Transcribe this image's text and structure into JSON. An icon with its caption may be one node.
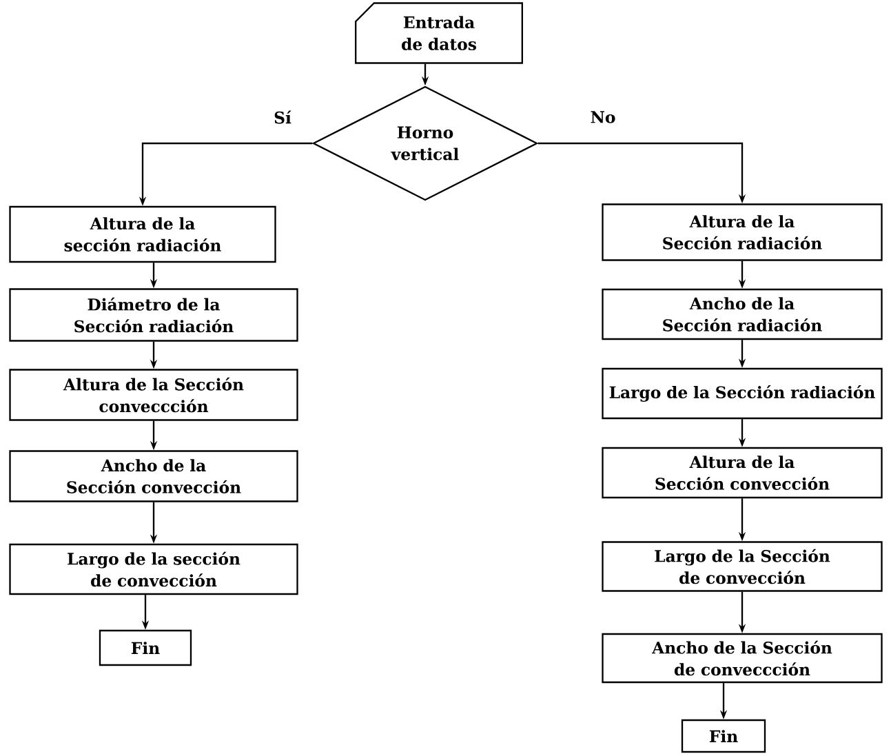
{
  "diagram": {
    "nodes": [
      {
        "text": [
          "Entrada de datos"
        ]
      },
      {
        "text": [
          "Horno vertical"
        ]
      },
      {
        "text": [
          "Altura de la sección radiación"
        ]
      },
      {
        "text": [
          "Diámetro de la Sección radiación"
        ]
      },
      {
        "text": [
          "Altura de la Sección conveccción"
        ]
      },
      {
        "text": [
          "Ancho de la Sección convección"
        ]
      },
      {
        "text": [
          "Largo de la sección de convección"
        ]
      },
      {
        "text": [
          "Fin"
        ]
      },
      {
        "text": [
          "Altura de la Sección radiación"
        ]
      },
      {
        "text": [
          "Ancho de la Sección radiación"
        ]
      },
      {
        "text": [
          "Largo de la Sección radiación"
        ]
      },
      {
        "text": [
          "Altura de la Sección convección"
        ]
      },
      {
        "text": [
          "Largo de la Sección de convección"
        ]
      },
      {
        "text": [
          "Ancho de la Sección de conveccción"
        ]
      },
      {
        "text": [
          "Fin"
        ]
      }
    ],
    "edges": [
      {
        "from": 0,
        "to": 1,
        "arrow": "to"
      },
      {
        "from": 1,
        "to": 2,
        "arrow": "to",
        "label": "Sí"
      },
      {
        "from": 2,
        "to": 3,
        "arrow": "to"
      },
      {
        "from": 3,
        "to": 4,
        "arrow": "to"
      },
      {
        "from": 4,
        "to": 5,
        "arrow": "to"
      },
      {
        "from": 5,
        "to": 6,
        "arrow": "to"
      },
      {
        "from": 6,
        "to": 7,
        "arrow": "to"
      },
      {
        "from": 1,
        "to": 8,
        "arrow": "to",
        "label": "No"
      },
      {
        "from": 8,
        "to": 9,
        "arrow": "to"
      },
      {
        "from": 9,
        "to": 10,
        "arrow": "to"
      },
      {
        "from": 10,
        "to": 11,
        "arrow": "to"
      },
      {
        "from": 11,
        "to": 12,
        "arrow": "to"
      },
      {
        "from": 12,
        "to": 13,
        "arrow": "to"
      },
      {
        "from": 13,
        "to": 14,
        "arrow": "to"
      }
    ]
  }
}
